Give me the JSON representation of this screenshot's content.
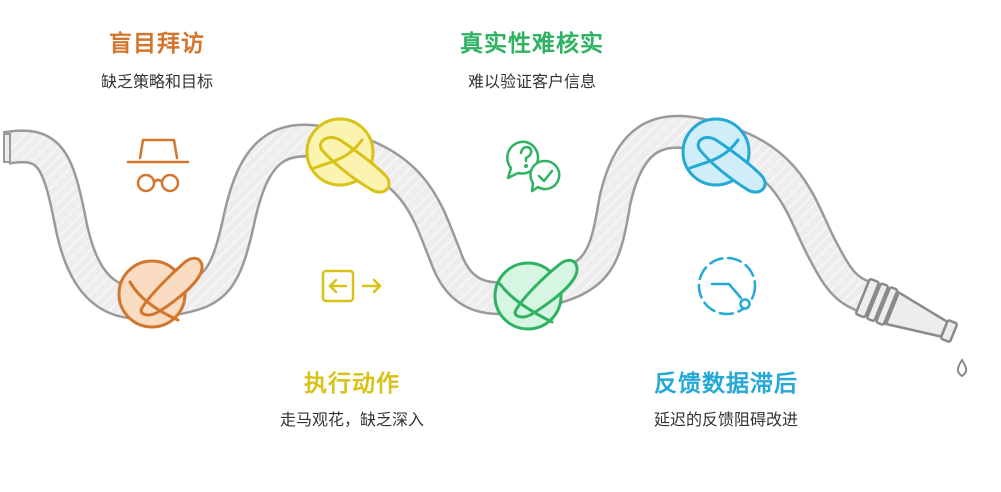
{
  "colors": {
    "stage1": "#d2762e",
    "stage2": "#d9c218",
    "stage3": "#2fb262",
    "stage4": "#24a8d8",
    "hose": "#9a9a9a",
    "hose_fill": "#ededed"
  },
  "stages": [
    {
      "title": "盲目拜访",
      "subtitle": "缺乏策略和目标",
      "icon": "incognito-icon",
      "color": "#d2762e"
    },
    {
      "title": "执行动作",
      "subtitle": "走马观花，缺乏深入",
      "icon": "arrow-right-box-icon",
      "color": "#d9c218"
    },
    {
      "title": "真实性难核实",
      "subtitle": "难以验证客户信息",
      "icon": "question-chat-icon",
      "color": "#2fb262"
    },
    {
      "title": "反馈数据滞后",
      "subtitle": "延迟的反馈阻碍改进",
      "icon": "delayed-clock-icon",
      "color": "#24a8d8"
    }
  ]
}
